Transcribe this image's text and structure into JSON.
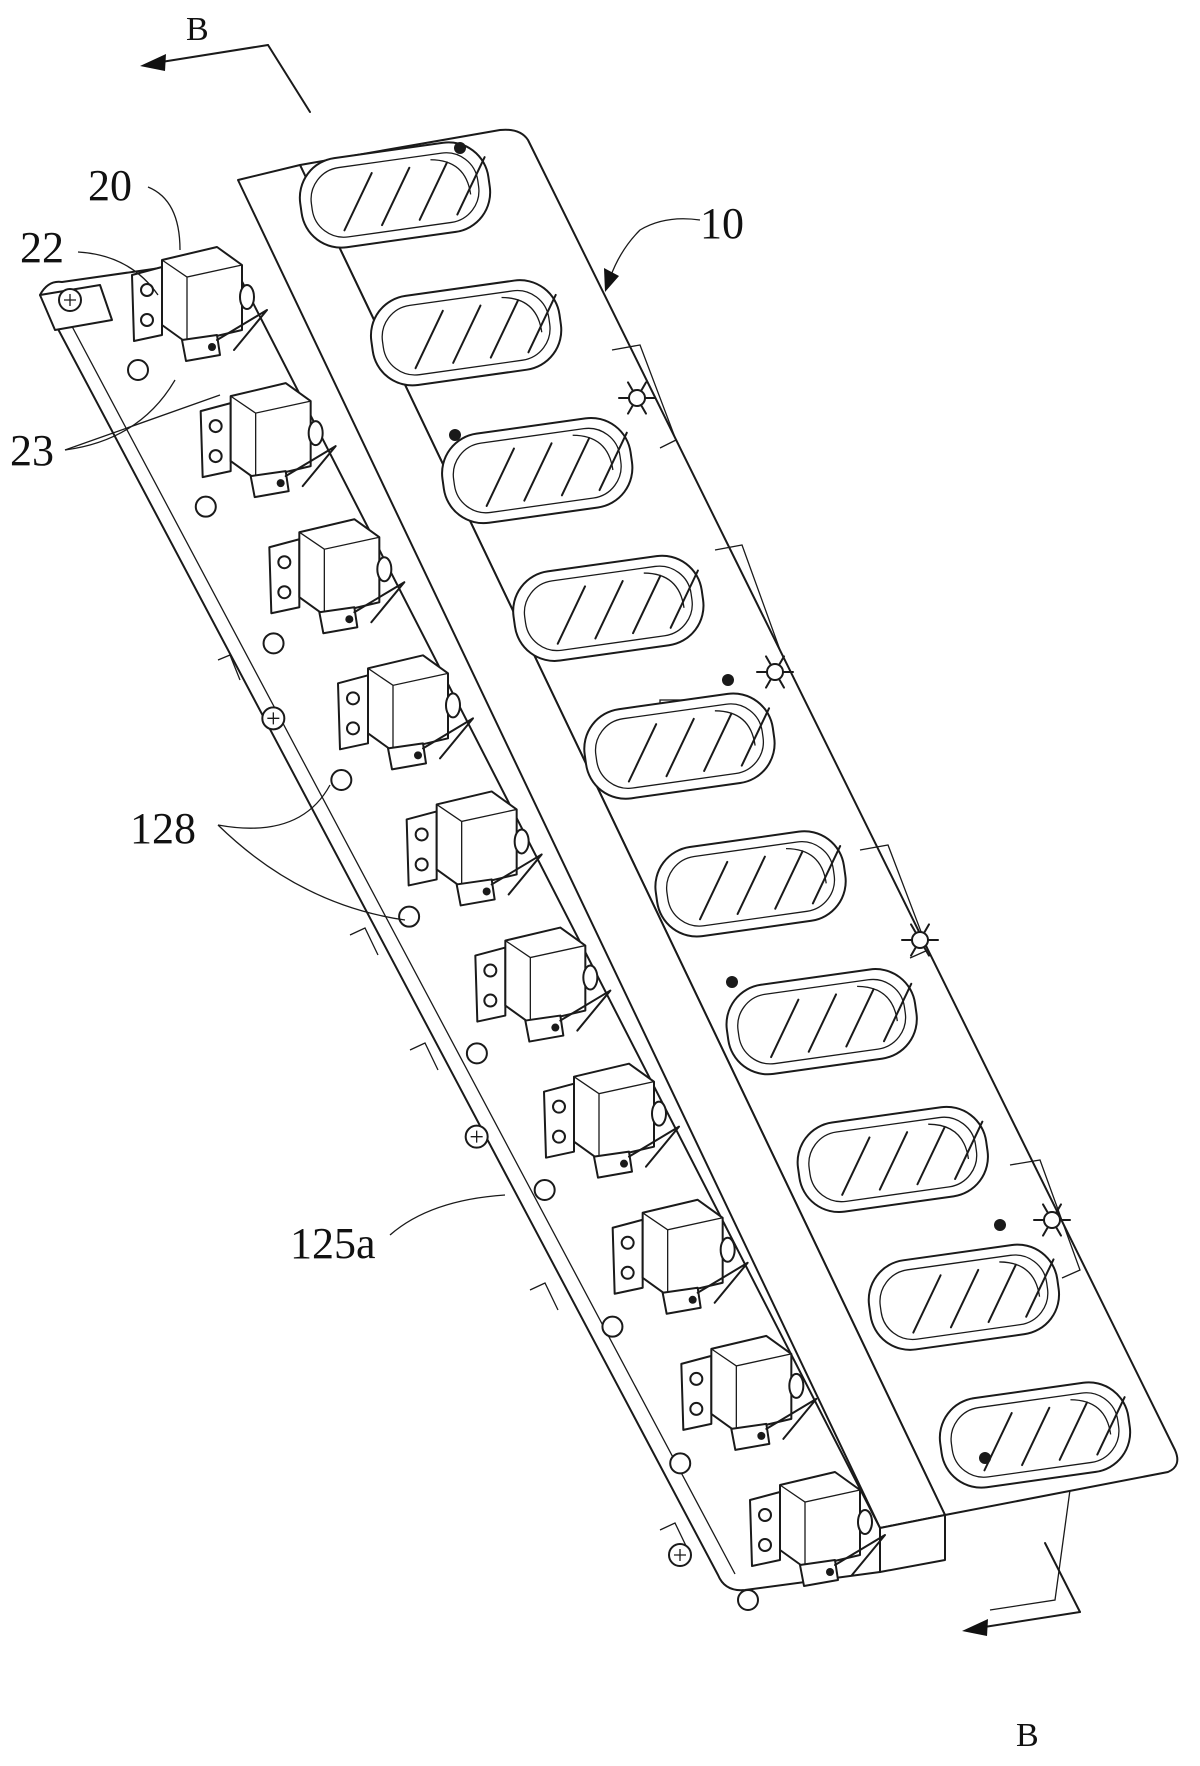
{
  "figure": {
    "section_marks": [
      "B",
      "B"
    ],
    "labels": {
      "housing": "10",
      "switch_unit": "20",
      "switch_body": "22",
      "switch_lever": "23",
      "panel": "125a",
      "holes": "128"
    },
    "window_count": 10,
    "switch_count": 10
  }
}
